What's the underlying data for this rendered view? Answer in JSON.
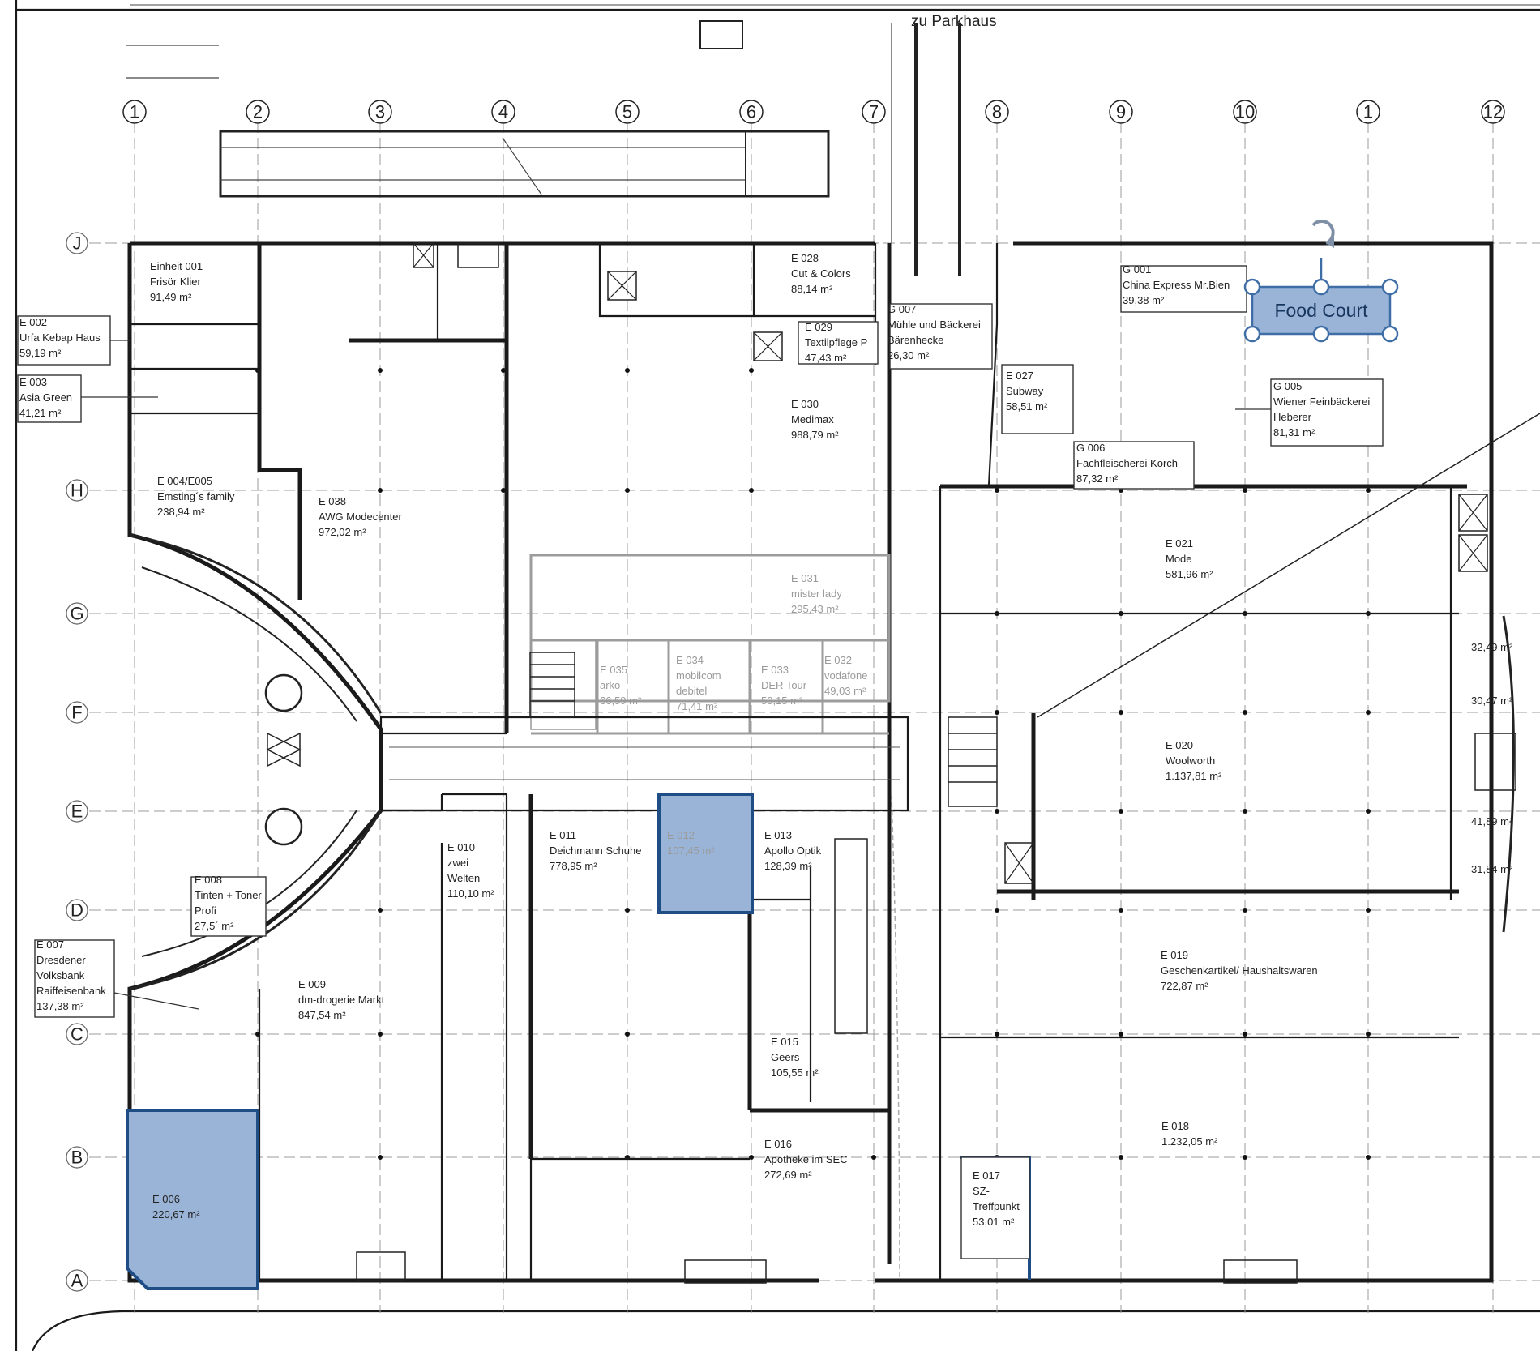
{
  "header_label": "zu Parkhaus",
  "grid_columns": [
    "1",
    "2",
    "3",
    "4",
    "5",
    "6",
    "7",
    "8",
    "9",
    "10",
    "1",
    "12"
  ],
  "grid_rows": [
    "J",
    "H",
    "G",
    "F",
    "E",
    "D",
    "C",
    "B",
    "A"
  ],
  "food_court_label": "Food Court",
  "units": [
    {
      "lines": [
        "Einheit 001",
        "Frisör Klier",
        "91,49 m²"
      ]
    },
    {
      "lines": [
        "E 002",
        "Urfa Kebap Haus",
        "59,19 m²"
      ]
    },
    {
      "lines": [
        "E 003",
        "Asia Green",
        "41,21 m²"
      ]
    },
    {
      "lines": [
        "E 004/E005",
        "Emsting´s family",
        "238,94 m²"
      ]
    },
    {
      "lines": [
        "E 038",
        "AWG Modecenter",
        "972,02 m²"
      ]
    },
    {
      "lines": [
        "E 028",
        "Cut & Colors",
        "88,14 m²"
      ]
    },
    {
      "lines": [
        "E 029",
        "Textilpflege P",
        "47,43 m²"
      ]
    },
    {
      "lines": [
        "G 007",
        "Mühle und Bäckerei",
        "Bärenhecke",
        "26,30 m²"
      ]
    },
    {
      "lines": [
        "G 001",
        "China Express Mr.Bien",
        "39,38 m²"
      ]
    },
    {
      "lines": [
        "E 027",
        "Subway",
        "58,51 m²"
      ]
    },
    {
      "lines": [
        "G 005",
        "Wiener Feinbäckerei",
        "Heberer",
        "81,31 m²"
      ]
    },
    {
      "lines": [
        "G 006",
        "Fachfleischerei Korch",
        "87,32 m²"
      ]
    },
    {
      "lines": [
        "E 030",
        "Medimax",
        "988,79 m²"
      ]
    },
    {
      "lines": [
        "E 031",
        "mister lady",
        "295,43 m²"
      ]
    },
    {
      "lines": [
        "E 021",
        "Mode",
        "581,96 m²"
      ]
    },
    {
      "lines": [
        "E 035",
        "arko",
        "66,59 m²"
      ]
    },
    {
      "lines": [
        "E 034",
        "mobilcom",
        "debitel",
        "71,41 m²"
      ]
    },
    {
      "lines": [
        "E 033",
        "DER Tour",
        "50,15 m²"
      ]
    },
    {
      "lines": [
        "E 032",
        "vodafone",
        "49,03 m²"
      ]
    },
    {
      "lines": [
        "32,49 m²"
      ]
    },
    {
      "lines": [
        "30,47 m²"
      ]
    },
    {
      "lines": [
        "E 020",
        "Woolworth",
        "1.137,81 m²"
      ]
    },
    {
      "lines": [
        "41,89 m²"
      ]
    },
    {
      "lines": [
        "31,84 m²"
      ]
    },
    {
      "lines": [
        "E 010",
        "zwei",
        "Welten",
        "110,10 m²"
      ]
    },
    {
      "lines": [
        "E 011",
        "Deichmann Schuhe",
        "778,95 m²"
      ]
    },
    {
      "lines": [
        "E 012",
        "107,45 m²"
      ]
    },
    {
      "lines": [
        "E 013",
        "Apollo Optik",
        "128,39 m²"
      ]
    },
    {
      "lines": [
        "E 008",
        "Tinten + Toner",
        "Profi",
        "27,5´ m²"
      ]
    },
    {
      "lines": [
        "E 007",
        "Dresdener",
        "Volksbank",
        "Raiffeisenbank",
        "137,38 m²"
      ]
    },
    {
      "lines": [
        "E 009",
        "dm-drogerie Markt",
        "847,54 m²"
      ]
    },
    {
      "lines": [
        "E 019",
        "Geschenkartikel/ Haushaltswaren",
        "722,87 m²"
      ]
    },
    {
      "lines": [
        "E 015",
        "Geers",
        "105,55 m²"
      ]
    },
    {
      "lines": [
        "E 016",
        "Apotheke im SEC",
        "272,69 m²"
      ]
    },
    {
      "lines": [
        "E 006",
        "220,67 m²"
      ]
    },
    {
      "lines": [
        "E 017",
        "SZ-",
        "Treffpunkt",
        "53,01 m²"
      ]
    },
    {
      "lines": [
        "E 018",
        "1.232,05 m²"
      ]
    }
  ]
}
